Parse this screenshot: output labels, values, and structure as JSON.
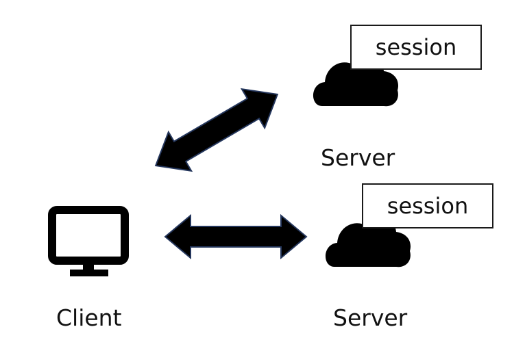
{
  "client": {
    "label": "Client",
    "icon": "monitor-icon"
  },
  "servers": [
    {
      "label": "Server",
      "icon": "cloud-icon",
      "session_label": "session"
    },
    {
      "label": "Server",
      "icon": "cloud-icon",
      "session_label": "session"
    }
  ],
  "connections": [
    {
      "from": "client",
      "to": "server-top",
      "type": "bidirectional-arrow"
    },
    {
      "from": "client",
      "to": "server-bottom",
      "type": "bidirectional-arrow"
    }
  ],
  "colors": {
    "icon_fill": "#000000",
    "arrow_fill": "#000000",
    "arrow_stroke": "#24365c",
    "text": "#111111",
    "box_border": "#1a1a1a",
    "background": "#ffffff"
  }
}
